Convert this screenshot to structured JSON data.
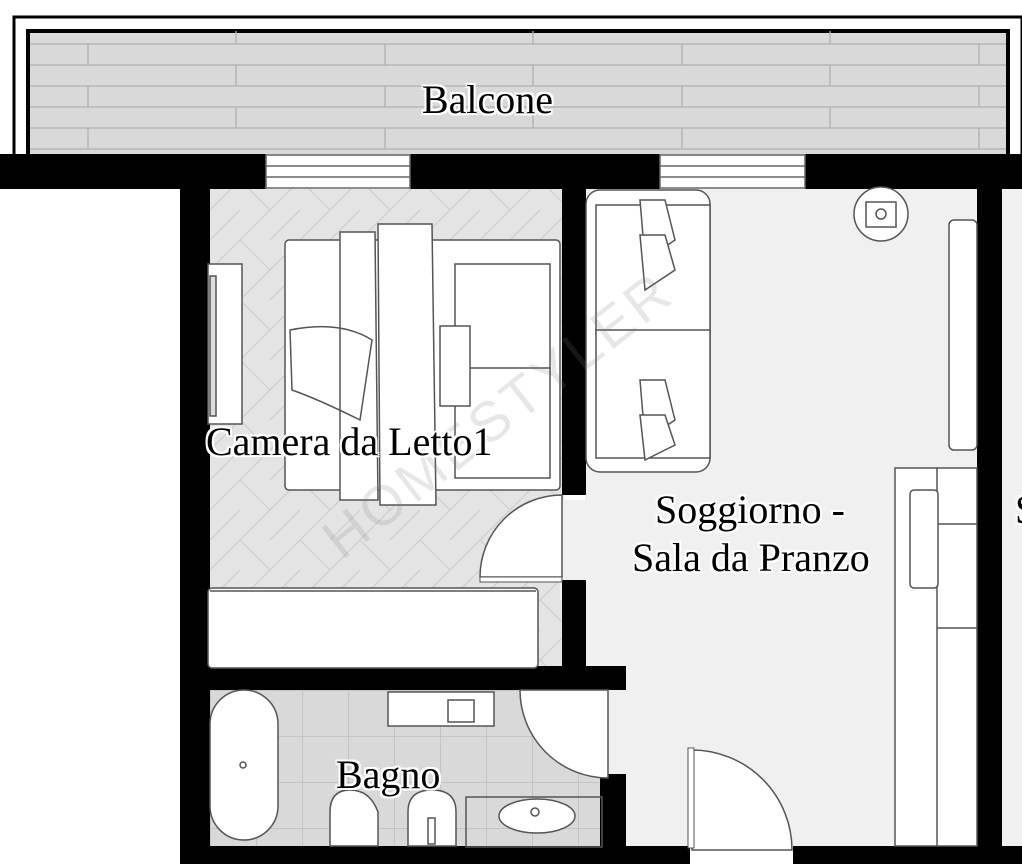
{
  "plan": {
    "rooms": [
      {
        "id": "balcone",
        "label": "Balcone"
      },
      {
        "id": "camera",
        "label": "Camera da Letto1"
      },
      {
        "id": "soggiorno",
        "label_line1": "Soggiorno -",
        "label_line2": "Sala da Pranzo"
      },
      {
        "id": "bagno",
        "label": "Bagno"
      },
      {
        "id": "partial-right",
        "label": "S"
      }
    ],
    "watermark": "HOMESTYLER",
    "colors": {
      "wall": "#000000",
      "balcony_floor": "#d9d9d9",
      "bedroom_floor": "#e4e4e4",
      "living_floor": "#f0f0f0",
      "bath_floor": "#d9d9d9",
      "furniture_stroke": "#555555",
      "furniture_fill": "#ffffff"
    }
  }
}
